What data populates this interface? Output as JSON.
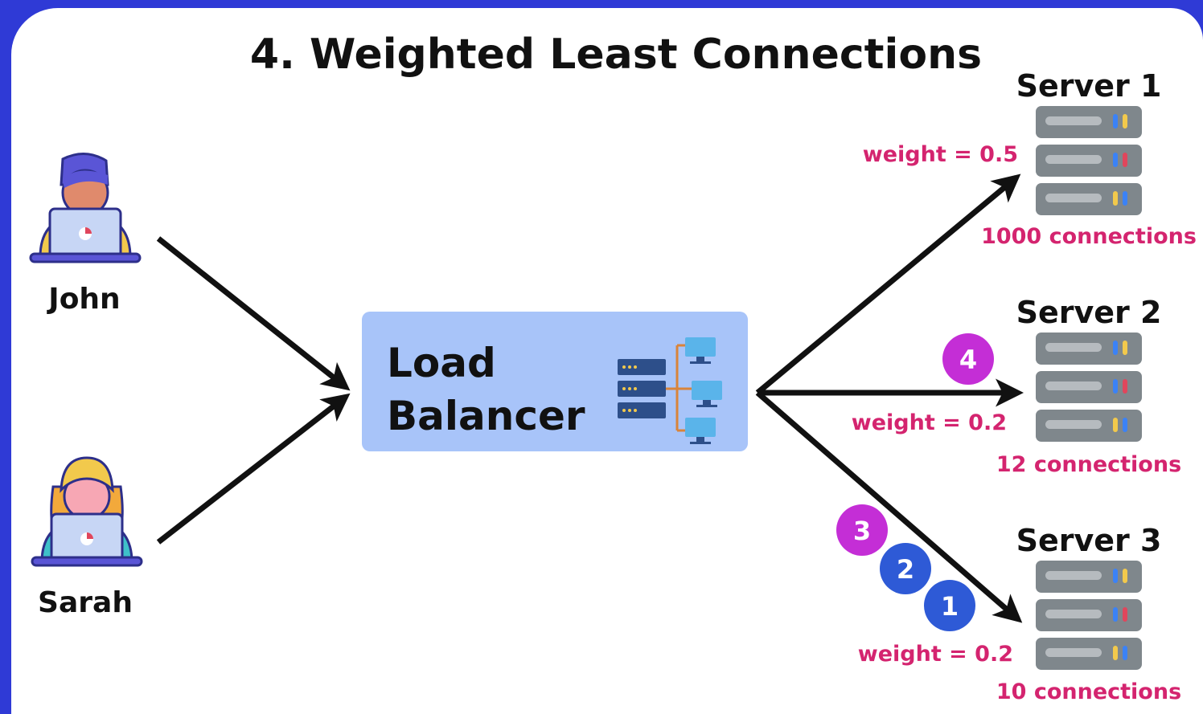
{
  "title": "4. Weighted Least Connections",
  "users": [
    {
      "name": "John",
      "icon": "user-laptop-icon"
    },
    {
      "name": "Sarah",
      "icon": "user-laptop-icon"
    }
  ],
  "load_balancer": {
    "line1": "Load",
    "line2": "Balancer",
    "icon": "network-hierarchy-icon"
  },
  "servers": [
    {
      "name": "Server 1",
      "weight": "weight = 0.5",
      "connections": "1000 connections"
    },
    {
      "name": "Server 2",
      "weight": "weight = 0.2",
      "connections": "12 connections"
    },
    {
      "name": "Server 3",
      "weight": "weight = 0.2",
      "connections": "10 connections"
    }
  ],
  "requests": [
    {
      "label": "1",
      "color": "#2e5ad6",
      "target": "Server 3"
    },
    {
      "label": "2",
      "color": "#2e5ad6",
      "target": "Server 3"
    },
    {
      "label": "3",
      "color": "#c42ed6",
      "target": "Server 3"
    },
    {
      "label": "4",
      "color": "#c42ed6",
      "target": "Server 2"
    }
  ],
  "colors": {
    "frame": "#2f3ad6",
    "load_balancer_box": "#a8c4f9",
    "annotation": "#d4246f"
  }
}
